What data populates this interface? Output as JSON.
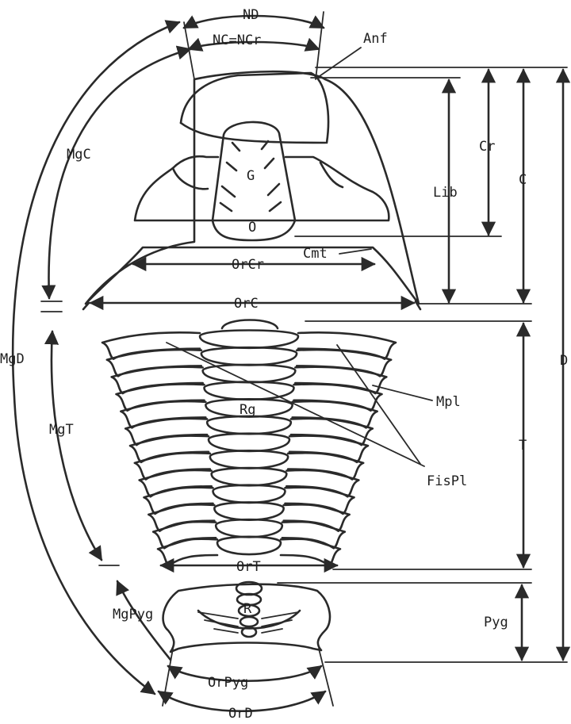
{
  "labels": {
    "nd": "ND",
    "nc": "NC=NCr",
    "anf": "Anf",
    "mgc": "MgC",
    "cr": "Cr",
    "c": "C",
    "lib": "Lib",
    "g": "G",
    "o": "O",
    "cmt": "Cmt",
    "orcr": "OrCr",
    "orc": "OrC",
    "mgd": "MgD",
    "d": "D",
    "mgt": "MgT",
    "rg": "Rg",
    "mpl": "Mpl",
    "t": "T",
    "fispl": "FisPl",
    "ort": "OrT",
    "mgpyg": "MgPyg",
    "r": "R",
    "pyg": "Pyg",
    "orpyg": "OrPyg",
    "ord": "OrD"
  }
}
